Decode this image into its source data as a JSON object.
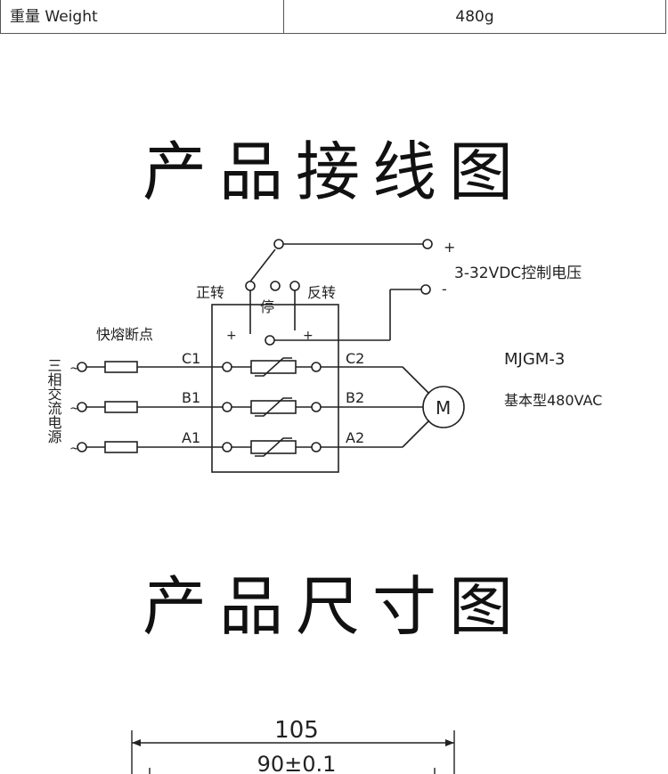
{
  "spec": {
    "label": "重量 Weight",
    "value": "480g"
  },
  "wiring_title": "产品接线图",
  "dimension_title": "产品尺寸图",
  "wiring": {
    "plus": "+",
    "minus": "-",
    "control_voltage": "3-32VDC控制电压",
    "forward": "正转",
    "stop": "停",
    "reverse": "反转",
    "fuse_label": "快熔断点",
    "power_source": "三相交流电源",
    "tilde": "~",
    "input_c": "C1",
    "input_b": "B1",
    "input_a": "A1",
    "output_c": "C2",
    "output_b": "B2",
    "output_a": "A2",
    "motor": "M",
    "model": "MJGM-3",
    "spec_text": "基本型480VAC"
  },
  "dimensions": {
    "overall_width": "105",
    "hole_spacing": "90±0.1"
  }
}
